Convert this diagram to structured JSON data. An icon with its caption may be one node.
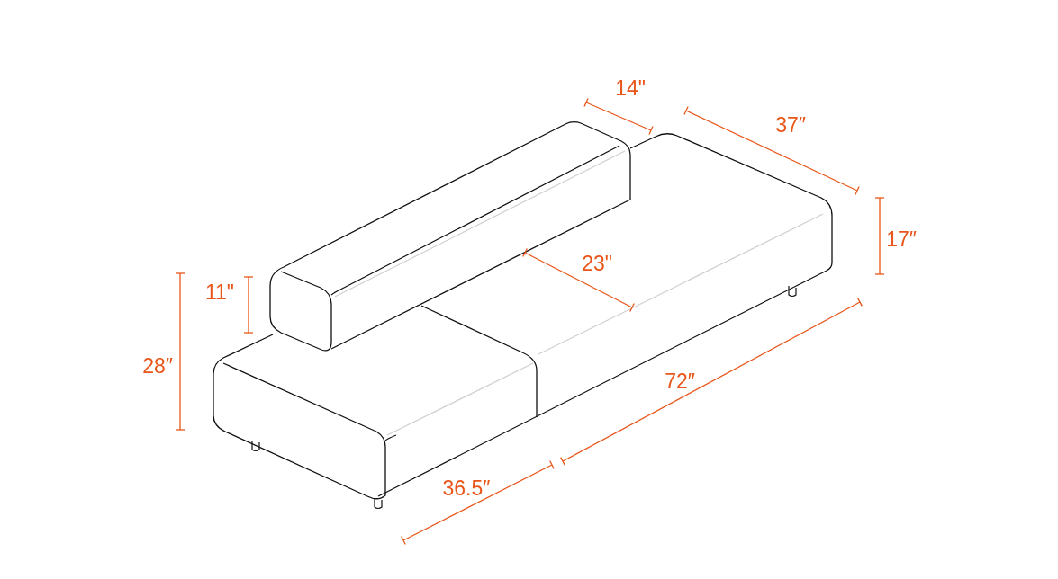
{
  "diagram": {
    "labels": [
      "14\"",
      "37″",
      "17″",
      "23\"",
      "11\"",
      "28″",
      "72″",
      "36.5″"
    ]
  }
}
